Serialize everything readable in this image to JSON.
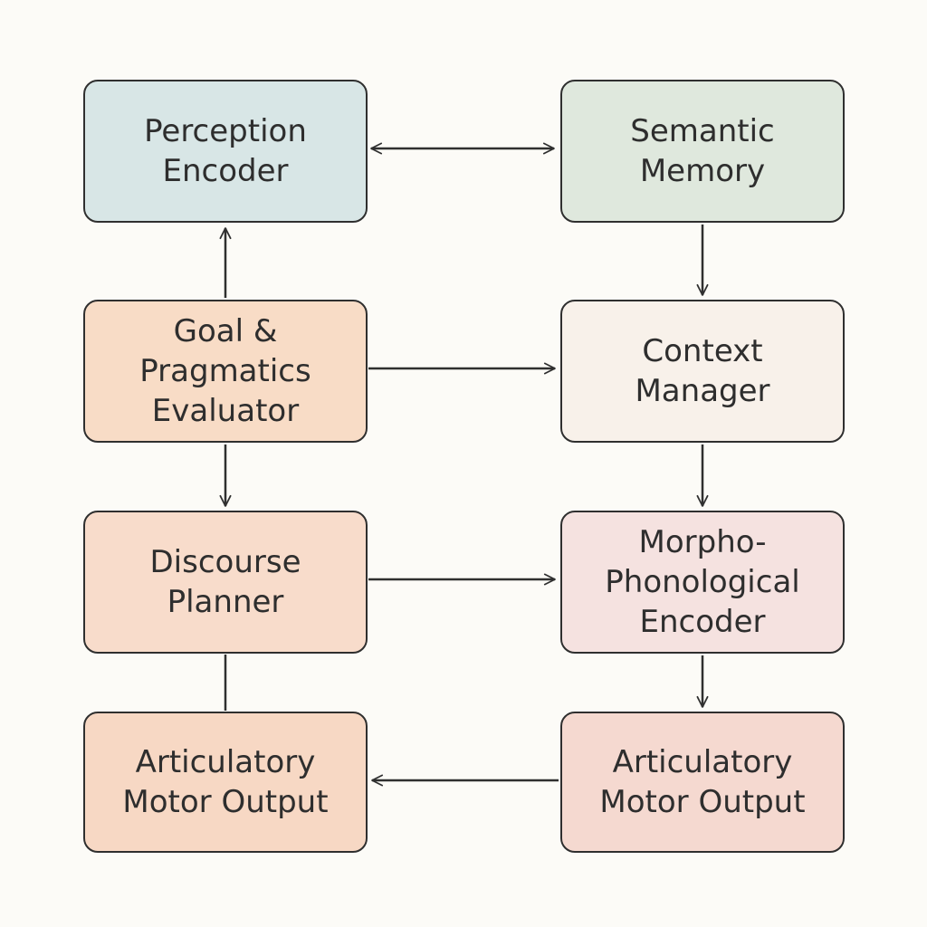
{
  "nodes": {
    "perception_encoder": {
      "label": "Perception\nEncoder",
      "color": "#d8e6e6"
    },
    "semantic_memory": {
      "label": "Semantic\nMemory",
      "color": "#dfe8dd"
    },
    "goal_pragmatics": {
      "label": "Goal &\nPragmatics\nEvaluator",
      "color": "#f8dcc6"
    },
    "context_manager": {
      "label": "Context\nManager",
      "color": "#f8f1ea"
    },
    "discourse_planner": {
      "label": "Discourse\nPlanner",
      "color": "#f8dccb"
    },
    "morpho_phonological": {
      "label": "Morpho-\nPhonological\nEncoder",
      "color": "#f5e2e0"
    },
    "articulatory_left": {
      "label": "Articulatory\nMotor Output",
      "color": "#f7d8c4"
    },
    "articulatory_right": {
      "label": "Articulatory\nMotor Output",
      "color": "#f5d9d0"
    }
  },
  "edges": [
    {
      "from": "perception_encoder",
      "to": "semantic_memory",
      "bidirectional": true
    },
    {
      "from": "semantic_memory",
      "to": "context_manager"
    },
    {
      "from": "goal_pragmatics",
      "to": "perception_encoder"
    },
    {
      "from": "goal_pragmatics",
      "to": "context_manager"
    },
    {
      "from": "goal_pragmatics",
      "to": "discourse_planner"
    },
    {
      "from": "context_manager",
      "to": "morpho_phonological"
    },
    {
      "from": "discourse_planner",
      "to": "morpho_phonological"
    },
    {
      "from": "discourse_planner",
      "to": "articulatory_left",
      "arrowhead": false
    },
    {
      "from": "morpho_phonological",
      "to": "articulatory_right"
    },
    {
      "from": "articulatory_right",
      "to": "articulatory_left"
    }
  ],
  "colors": {
    "stroke": "#2f2f2f",
    "background": "#fcfbf7"
  }
}
